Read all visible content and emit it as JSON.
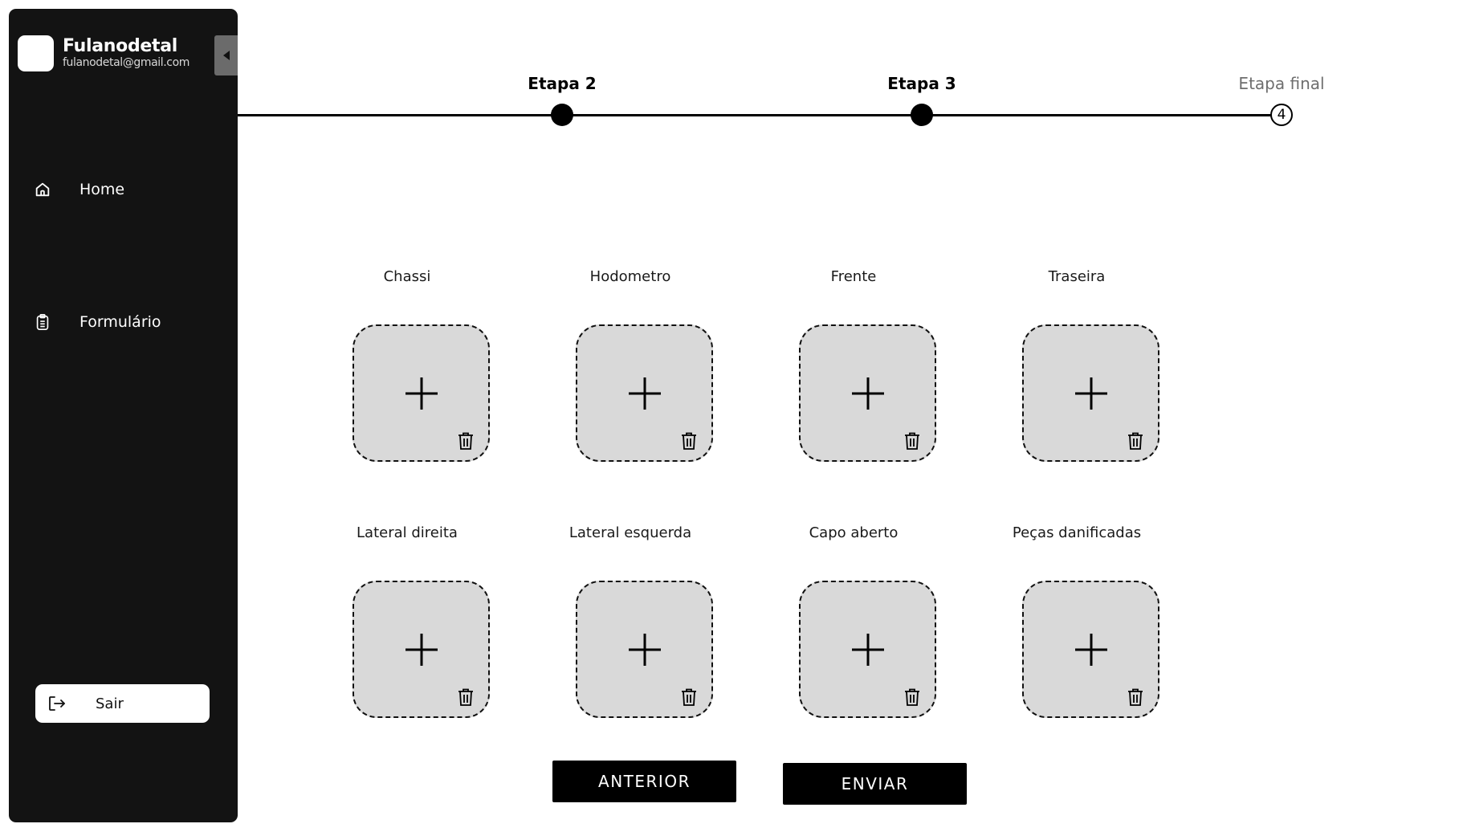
{
  "sidebar": {
    "user_name": "Fulanodetal",
    "user_email": "fulanodetal@gmail.com",
    "nav": [
      {
        "label": "Home",
        "icon": "home-icon"
      },
      {
        "label": "Formulário",
        "icon": "clipboard-icon"
      }
    ],
    "logout_label": "Sair",
    "logout_icon": "logout-icon",
    "collapse_icon": "caret-left-icon"
  },
  "stepper": {
    "steps": [
      {
        "label": "Etapa 2",
        "state": "completed"
      },
      {
        "label": "Etapa 3",
        "state": "completed"
      },
      {
        "label": "Etapa final",
        "state": "pending",
        "number": "4"
      }
    ]
  },
  "photo_slots": [
    {
      "label": "Chassi"
    },
    {
      "label": "Hodometro"
    },
    {
      "label": "Frente"
    },
    {
      "label": "Traseira"
    },
    {
      "label": "Lateral direita"
    },
    {
      "label": "Lateral esquerda"
    },
    {
      "label": "Capo aberto"
    },
    {
      "label": "Peças danificadas"
    }
  ],
  "actions": {
    "previous_label": "ANTERIOR",
    "submit_label": "ENVIAR"
  },
  "colors": {
    "sidebar_bg": "#131313",
    "upload_bg": "#d9d9d9",
    "button_bg": "#000000",
    "toggle_bg": "#6b6b6b"
  }
}
